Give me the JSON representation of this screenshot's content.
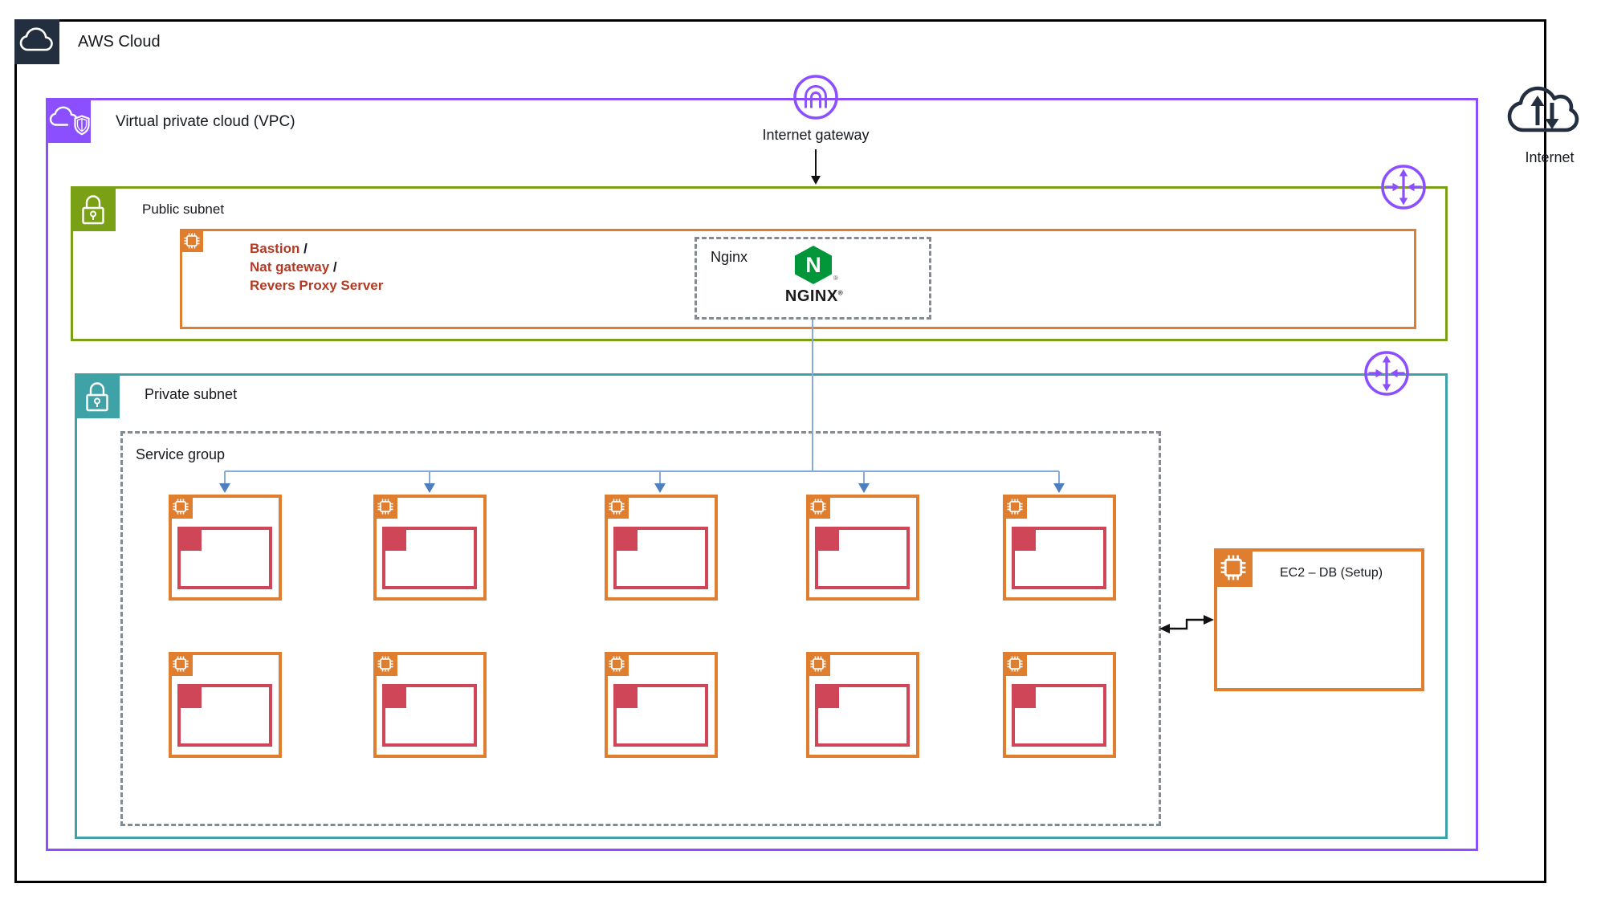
{
  "colors": {
    "navy": "#232F3E",
    "purple": "#8C4FFF",
    "green": "#7AA116",
    "teal": "#3FA2A6",
    "orange": "#E07E30",
    "red": "#CE4657",
    "dark-red": "#B33A25",
    "nginx-green": "#009639",
    "blue-line": "#86ABDB",
    "blue-arrow": "#4E7EC0",
    "dash-gray": "#828A93",
    "text": "#16191F"
  },
  "aws_cloud": {
    "label": "AWS Cloud"
  },
  "internet": {
    "label": "Internet"
  },
  "vpc": {
    "label": "Virtual private cloud (VPC)"
  },
  "internet_gateway": {
    "label": "Internet gateway"
  },
  "public_subnet": {
    "label": "Public subnet",
    "bastion_box": {
      "line1": "Bastion",
      "line2": "Nat gateway",
      "line3": "Revers Proxy Server",
      "sep": " /"
    },
    "nginx_box": {
      "label": "Nginx",
      "logo_letter": "N",
      "wordmark": "NGINX",
      "registered": "®"
    }
  },
  "private_subnet": {
    "label": "Private subnet",
    "service_group": {
      "label": "Service group"
    }
  },
  "ec2_db": {
    "label": "EC2 – DB (Setup)"
  }
}
